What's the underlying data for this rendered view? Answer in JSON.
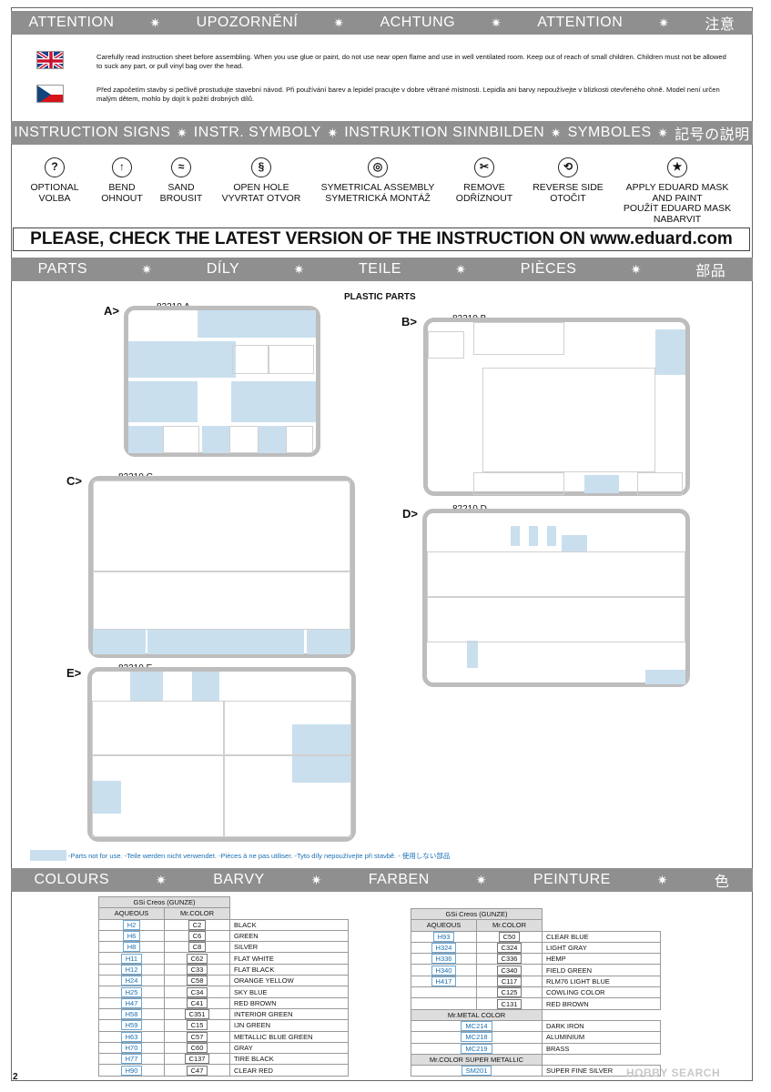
{
  "attention_banner": [
    "ATTENTION",
    "UPOZORNĚNÍ",
    "ACHTUNG",
    "ATTENTION",
    "注意"
  ],
  "warnings": {
    "en": "Carefully read instruction sheet before assembling. When you use glue or paint, do not use near open flame and use in well ventilated room. Keep out of reach of small children. Children must not be allowed to suck any part, or pull vinyl bag over the head.",
    "cz": "Před započetím stavby si pečlivě prostudujte stavební návod. Při používání barev a lepidel pracujte v dobre větrané místnosti. Lepidla ani barvy nepoužívejte v blízkosti otevřeného ohně. Model není určen malým dětem, mohlo by dojít k požití drobných dílů."
  },
  "signs_banner": [
    "INSTRUCTION SIGNS",
    "INSTR. SYMBOLY",
    "INSTRUKTION SINNBILDEN",
    "SYMBOLES",
    "記号の説明"
  ],
  "signs": [
    {
      "icon": "question-icon",
      "glyph": "?",
      "label": "OPTIONAL\nVOLBA"
    },
    {
      "icon": "bend-icon",
      "glyph": "↑",
      "label": "BEND\nOHNOUT"
    },
    {
      "icon": "sand-icon",
      "glyph": "≈",
      "label": "SAND\nBROUSIT"
    },
    {
      "icon": "drill-icon",
      "glyph": "§",
      "label": "OPEN HOLE\nVYVRTAT OTVOR"
    },
    {
      "icon": "symmetry-icon",
      "glyph": "◎",
      "label": "SYMETRICAL ASSEMBLY\nSYMETRICKÁ MONTÁŽ"
    },
    {
      "icon": "remove-icon",
      "glyph": "✂",
      "label": "REMOVE\nODŘÍZNOUT"
    },
    {
      "icon": "reverse-icon",
      "glyph": "⟲",
      "label": "REVERSE SIDE\nOTOČIT"
    },
    {
      "icon": "mask-icon",
      "glyph": "★",
      "label": "APPLY EDUARD MASK\nAND PAINT\nPOUŽÍT EDUARD MASK\nNABARVIT"
    }
  ],
  "check_notice": "PLEASE, CHECK THE LATEST VERSION OF THE INSTRUCTION ON www.eduard.com",
  "parts_banner": [
    "PARTS",
    "DÍLY",
    "TEILE",
    "PIÈCES",
    "部品"
  ],
  "plastic_parts_title": "PLASTIC PARTS",
  "sprues": [
    {
      "letter": "A>",
      "code": "82210 A"
    },
    {
      "letter": "B>",
      "code": "82210 B"
    },
    {
      "letter": "C>",
      "code": "82210 C"
    },
    {
      "letter": "D>",
      "code": "82210 D"
    },
    {
      "letter": "E>",
      "code": "82210 E"
    }
  ],
  "not_for_use_note": "-Parts not for use. -Teile werden nicht verwendet. -Pièces à ne pas utiliser. -Tyto díly nepoužívejte při stavbě. -   使用しない部品",
  "colours_banner": [
    "COLOURS",
    "BARVY",
    "FARBEN",
    "PEINTURE",
    "色"
  ],
  "colour_table_left": {
    "group_header": "GSi Creos (GUNZE)",
    "col_aqueous": "AQUEOUS",
    "col_mrcolor": "Mr.COLOR",
    "rows": [
      [
        "H2",
        "C2",
        "BLACK"
      ],
      [
        "H6",
        "C6",
        "GREEN"
      ],
      [
        "H8",
        "C8",
        "SILVER"
      ],
      [
        "H11",
        "C62",
        "FLAT WHITE"
      ],
      [
        "H12",
        "C33",
        "FLAT BLACK"
      ],
      [
        "H24",
        "C58",
        "ORANGE YELLOW"
      ],
      [
        "H25",
        "C34",
        "SKY BLUE"
      ],
      [
        "H47",
        "C41",
        "RED BROWN"
      ],
      [
        "H58",
        "C351",
        "INTERIOR GREEN"
      ],
      [
        "H59",
        "C15",
        "IJN GREEN"
      ],
      [
        "H63",
        "C57",
        "METALLIC BLUE GREEN"
      ],
      [
        "H70",
        "C60",
        "GRAY"
      ],
      [
        "H77",
        "C137",
        "TIRE BLACK"
      ],
      [
        "H90",
        "C47",
        "CLEAR RED"
      ]
    ]
  },
  "colour_table_right": {
    "group_header": "GSi Creos (GUNZE)",
    "col_aqueous": "AQUEOUS",
    "col_mrcolor": "Mr.COLOR",
    "rows": [
      [
        "H93",
        "C50",
        "CLEAR BLUE"
      ],
      [
        "H324",
        "C324",
        "LIGHT GRAY"
      ],
      [
        "H336",
        "C336",
        "HEMP"
      ],
      [
        "H340",
        "C340",
        "FIELD GREEN"
      ],
      [
        "H417",
        "C117",
        "RLM76 LIGHT BLUE"
      ],
      [
        "",
        "C125",
        "COWLING COLOR"
      ],
      [
        "",
        "C131",
        "RED BROWN"
      ]
    ],
    "metal_header": "Mr.METAL COLOR",
    "metal_rows": [
      [
        "MC214",
        "DARK IRON"
      ],
      [
        "MC218",
        "ALUMINIUM"
      ],
      [
        "MC219",
        "BRASS"
      ]
    ],
    "super_header": "Mr.COLOR SUPER METALLIC",
    "super_rows": [
      [
        "SM201",
        "SUPER FINE SILVER"
      ]
    ]
  },
  "page_number": "2",
  "watermark": "HOBBY SEARCH",
  "colors": {
    "banner": "#8f8f8f",
    "unused_parts": "#c9dfee",
    "sprue_frame": "#bdbdbd"
  }
}
